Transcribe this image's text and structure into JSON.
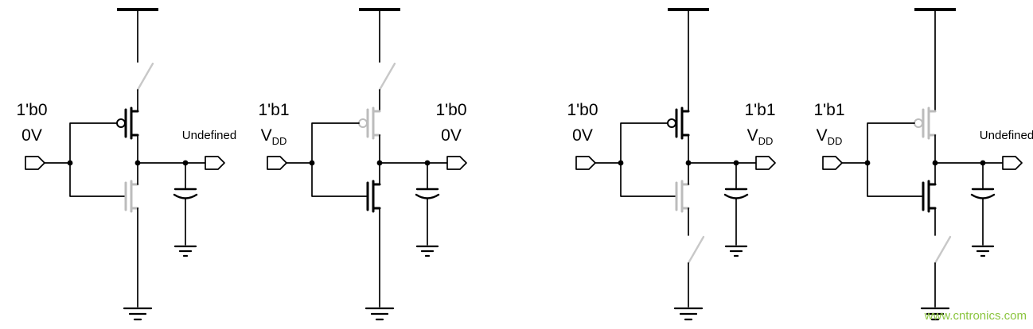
{
  "page": {
    "background": "#ffffff",
    "watermark": "www.cntronics.com"
  },
  "colors": {
    "active": "#000000",
    "inactive": "#bcbcbc",
    "switch": "#c8c8c8",
    "watermark": "#8bc53f"
  },
  "circuits": [
    {
      "description": "power-gated inverter, header switch open, input low",
      "open_switch": "top",
      "pmos": "active",
      "nmos": "inactive",
      "input": {
        "bit": "1'b0",
        "v_main": "0V",
        "v_sub": ""
      },
      "output": {
        "bit": "",
        "v_main": "Undefined",
        "v_sub": ""
      }
    },
    {
      "description": "power-gated inverter, header switch open, input high",
      "open_switch": "top",
      "pmos": "inactive",
      "nmos": "active",
      "input": {
        "bit": "1'b1",
        "v_main": "V",
        "v_sub": "DD"
      },
      "output": {
        "bit": "1'b0",
        "v_main": "0V",
        "v_sub": ""
      }
    },
    {
      "description": "power-gated inverter, footer switch open, input low",
      "open_switch": "bottom",
      "pmos": "active",
      "nmos": "inactive",
      "input": {
        "bit": "1'b0",
        "v_main": "0V",
        "v_sub": ""
      },
      "output": {
        "bit": "1'b1",
        "v_main": "V",
        "v_sub": "DD"
      }
    },
    {
      "description": "power-gated inverter, footer switch open, input high",
      "open_switch": "bottom",
      "pmos": "inactive",
      "nmos": "active",
      "input": {
        "bit": "1'b1",
        "v_main": "V",
        "v_sub": "DD"
      },
      "output": {
        "bit": "",
        "v_main": "Undefined",
        "v_sub": ""
      }
    }
  ]
}
